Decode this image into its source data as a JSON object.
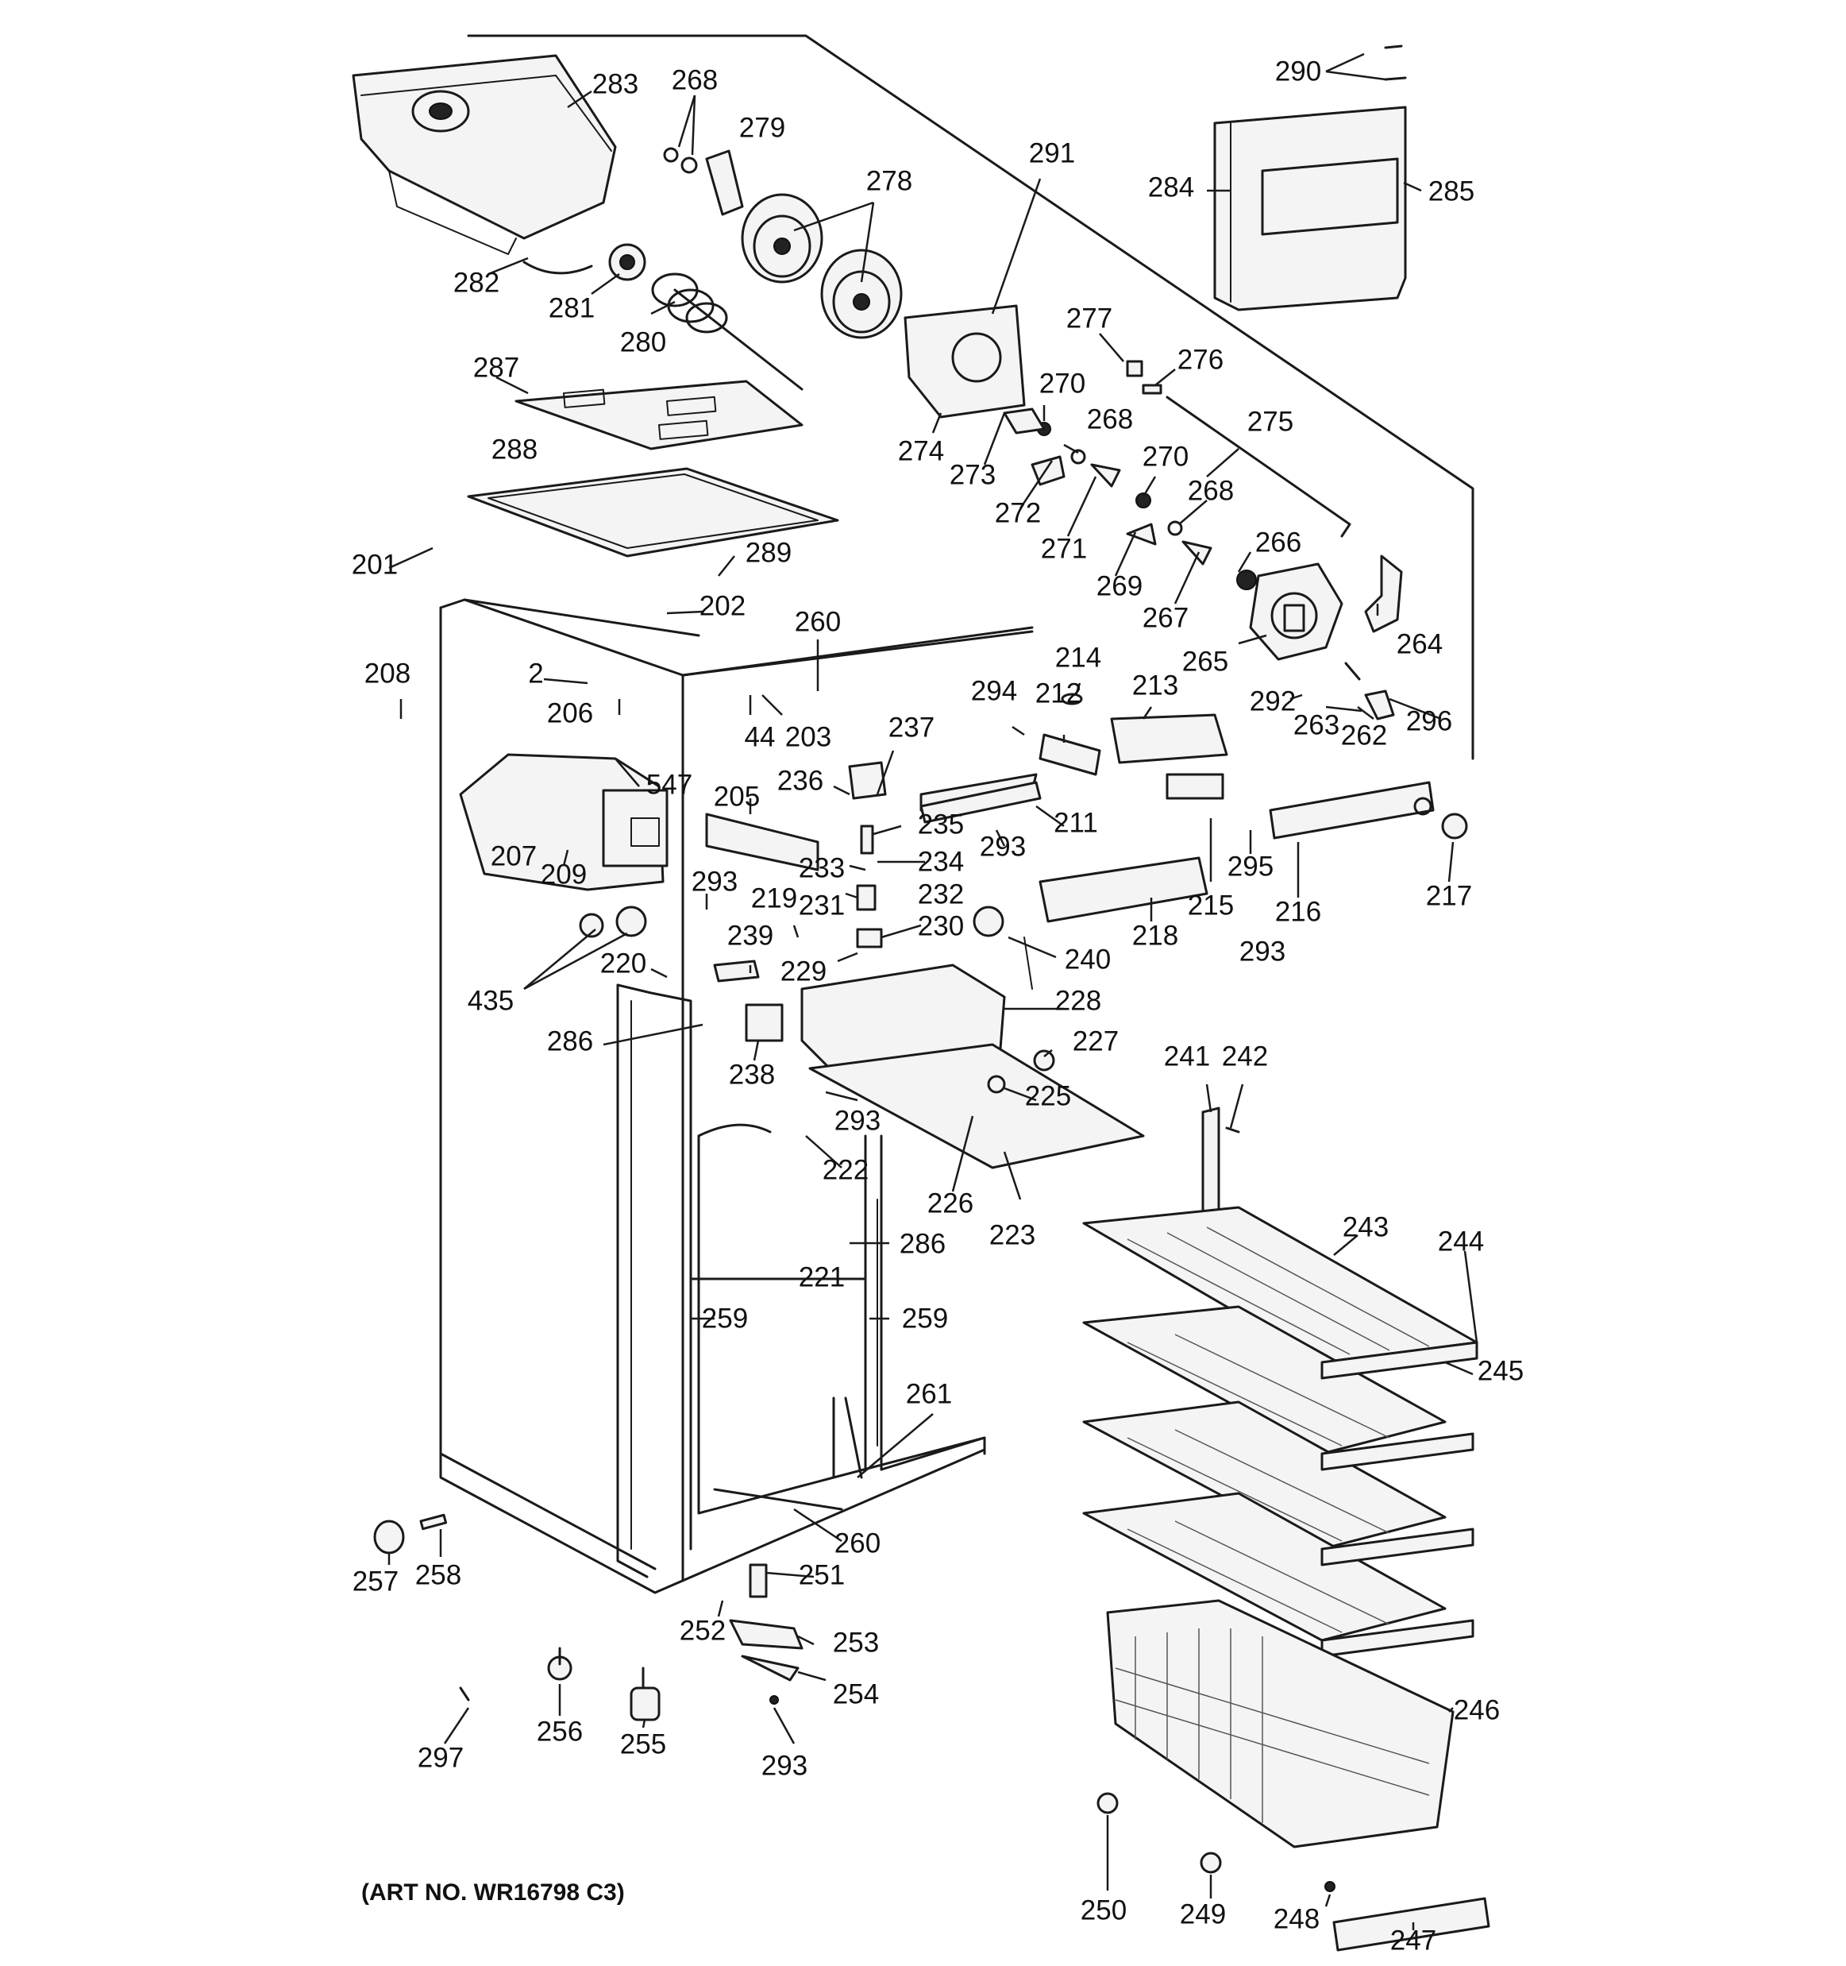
{
  "art_no": "(ART NO. WR16798 C3)",
  "callouts": [
    {
      "id": "c283",
      "text": "283"
    },
    {
      "id": "c268a",
      "text": "268"
    },
    {
      "id": "c279",
      "text": "279"
    },
    {
      "id": "c278",
      "text": "278"
    },
    {
      "id": "c291",
      "text": "291"
    },
    {
      "id": "c290",
      "text": "290"
    },
    {
      "id": "c284",
      "text": "284"
    },
    {
      "id": "c285",
      "text": "285"
    },
    {
      "id": "c282",
      "text": "282"
    },
    {
      "id": "c281",
      "text": "281"
    },
    {
      "id": "c280",
      "text": "280"
    },
    {
      "id": "c287",
      "text": "287"
    },
    {
      "id": "c277",
      "text": "277"
    },
    {
      "id": "c276",
      "text": "276"
    },
    {
      "id": "c270a",
      "text": "270"
    },
    {
      "id": "c275",
      "text": "275"
    },
    {
      "id": "c274",
      "text": "274"
    },
    {
      "id": "c273",
      "text": "273"
    },
    {
      "id": "c268b",
      "text": "268"
    },
    {
      "id": "c288",
      "text": "288"
    },
    {
      "id": "c270b",
      "text": "270"
    },
    {
      "id": "c272",
      "text": "272"
    },
    {
      "id": "c268c",
      "text": "268"
    },
    {
      "id": "c271",
      "text": "271"
    },
    {
      "id": "c201",
      "text": "201"
    },
    {
      "id": "c289",
      "text": "289"
    },
    {
      "id": "c266",
      "text": "266"
    },
    {
      "id": "c269",
      "text": "269"
    },
    {
      "id": "c267",
      "text": "267"
    },
    {
      "id": "c202",
      "text": "202"
    },
    {
      "id": "c260a",
      "text": "260"
    },
    {
      "id": "c264",
      "text": "264"
    },
    {
      "id": "c265",
      "text": "265"
    },
    {
      "id": "c214",
      "text": "214"
    },
    {
      "id": "c208",
      "text": "208"
    },
    {
      "id": "c2",
      "text": "2"
    },
    {
      "id": "c206",
      "text": "206"
    },
    {
      "id": "c213",
      "text": "213"
    },
    {
      "id": "c294",
      "text": "294"
    },
    {
      "id": "c212",
      "text": "212"
    },
    {
      "id": "c292",
      "text": "292"
    },
    {
      "id": "c203",
      "text": "203"
    },
    {
      "id": "c44",
      "text": "44"
    },
    {
      "id": "c237",
      "text": "237"
    },
    {
      "id": "c263",
      "text": "263"
    },
    {
      "id": "c262",
      "text": "262"
    },
    {
      "id": "c296",
      "text": "296"
    },
    {
      "id": "c547",
      "text": "547"
    },
    {
      "id": "c236",
      "text": "236"
    },
    {
      "id": "c205",
      "text": "205"
    },
    {
      "id": "c235",
      "text": "235"
    },
    {
      "id": "c211",
      "text": "211"
    },
    {
      "id": "c293a",
      "text": "293"
    },
    {
      "id": "c207",
      "text": "207"
    },
    {
      "id": "c233",
      "text": "233"
    },
    {
      "id": "c234",
      "text": "234"
    },
    {
      "id": "c295",
      "text": "295"
    },
    {
      "id": "c217",
      "text": "217"
    },
    {
      "id": "c209",
      "text": "209"
    },
    {
      "id": "c293b",
      "text": "293"
    },
    {
      "id": "c219",
      "text": "219"
    },
    {
      "id": "c232",
      "text": "232"
    },
    {
      "id": "c231",
      "text": "231"
    },
    {
      "id": "c215",
      "text": "215"
    },
    {
      "id": "c216",
      "text": "216"
    },
    {
      "id": "c230",
      "text": "230"
    },
    {
      "id": "c218",
      "text": "218"
    },
    {
      "id": "c239",
      "text": "239"
    },
    {
      "id": "c293c",
      "text": "293"
    },
    {
      "id": "c229",
      "text": "229"
    },
    {
      "id": "c220",
      "text": "220"
    },
    {
      "id": "c240",
      "text": "240"
    },
    {
      "id": "c435",
      "text": "435"
    },
    {
      "id": "c228",
      "text": "228"
    },
    {
      "id": "c286a",
      "text": "286"
    },
    {
      "id": "c227",
      "text": "227"
    },
    {
      "id": "c241",
      "text": "241"
    },
    {
      "id": "c242",
      "text": "242"
    },
    {
      "id": "c238",
      "text": "238"
    },
    {
      "id": "c225",
      "text": "225"
    },
    {
      "id": "c293d",
      "text": "293"
    },
    {
      "id": "c222",
      "text": "222"
    },
    {
      "id": "c226",
      "text": "226"
    },
    {
      "id": "c223",
      "text": "223"
    },
    {
      "id": "c243",
      "text": "243"
    },
    {
      "id": "c244",
      "text": "244"
    },
    {
      "id": "c286b",
      "text": "286"
    },
    {
      "id": "c221",
      "text": "221"
    },
    {
      "id": "c259a",
      "text": "259"
    },
    {
      "id": "c259b",
      "text": "259"
    },
    {
      "id": "c245",
      "text": "245"
    },
    {
      "id": "c261",
      "text": "261"
    },
    {
      "id": "c260b",
      "text": "260"
    },
    {
      "id": "c257",
      "text": "257"
    },
    {
      "id": "c258",
      "text": "258"
    },
    {
      "id": "c251",
      "text": "251"
    },
    {
      "id": "c252",
      "text": "252"
    },
    {
      "id": "c253",
      "text": "253"
    },
    {
      "id": "c246",
      "text": "246"
    },
    {
      "id": "c254",
      "text": "254"
    },
    {
      "id": "c256",
      "text": "256"
    },
    {
      "id": "c255",
      "text": "255"
    },
    {
      "id": "c297",
      "text": "297"
    },
    {
      "id": "c293e",
      "text": "293"
    },
    {
      "id": "c250",
      "text": "250"
    },
    {
      "id": "c249",
      "text": "249"
    },
    {
      "id": "c248",
      "text": "248"
    },
    {
      "id": "c247",
      "text": "247"
    }
  ]
}
